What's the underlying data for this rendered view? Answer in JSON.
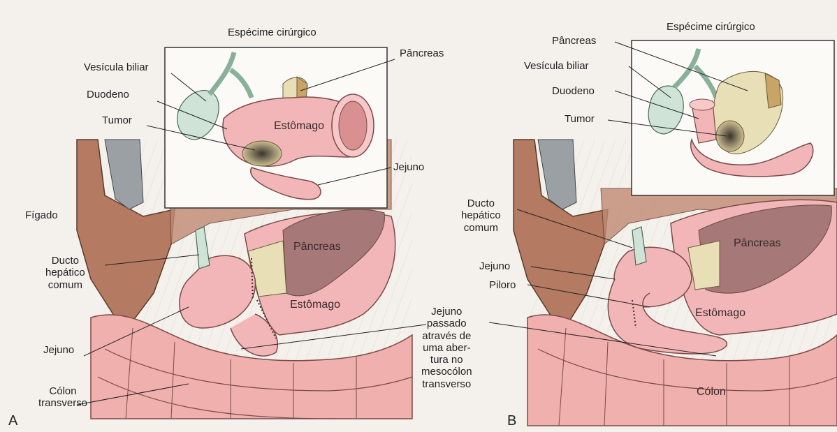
{
  "panels": [
    {
      "letter": "A",
      "inset_title": "Espécime cirúrgico",
      "inset_labels": {
        "pancreas": "Pâncreas",
        "gallbladder": "Vesícula biliar",
        "duodenum": "Duodeno",
        "tumor": "Tumor",
        "stomach": "Estômago",
        "jejunum": "Jejuno"
      },
      "main_labels": {
        "liver": "Fígado",
        "hepatic_duct": "Ducto\nhepático\ncomum",
        "pancreas": "Pâncreas",
        "stomach": "Estômago",
        "jejunum": "Jejuno",
        "colon": "Cólon\ntransverso"
      }
    },
    {
      "letter": "B",
      "inset_title": "Espécime cirúrgico",
      "inset_labels": {
        "pancreas": "Pâncreas",
        "gallbladder": "Vesícula biliar",
        "duodenum": "Duodeno",
        "tumor": "Tumor"
      },
      "main_labels": {
        "hepatic_duct": "Ducto\nhepático\ncomum",
        "jejunum": "Jejuno",
        "pylorus": "Piloro",
        "pancreas": "Pâncreas",
        "stomach": "Estômago",
        "colon": "Cólon"
      }
    }
  ],
  "center_label": "Jejuno\npassado\natravés de\numa aber-\ntura no\nmesocólon\ntransverso",
  "colors": {
    "organ_pink": "#f3b6b8",
    "liver_brown": "#b47a62",
    "pancreas_mauve": "#a67878",
    "gallbladder_green": "#cfe3d6",
    "tumor_dark": "#4c463a",
    "pancreas_tissue": "#e9dfb6"
  }
}
